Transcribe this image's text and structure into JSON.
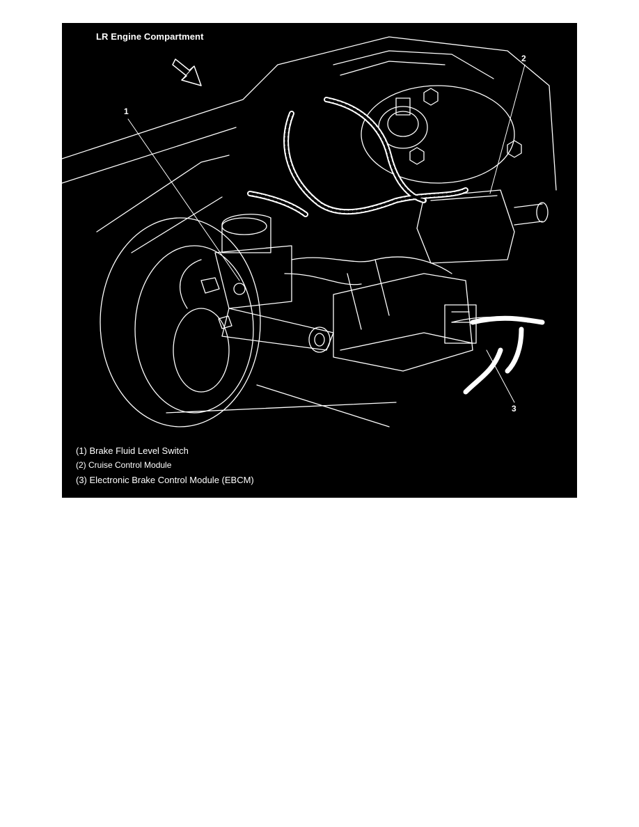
{
  "diagram": {
    "title": "LR Engine Compartment",
    "callouts": [
      "1",
      "2",
      "3"
    ],
    "legend": [
      "(1) Brake Fluid Level Switch",
      "(2) Cruise Control Module",
      "(3) Electronic Brake Control Module (EBCM)"
    ],
    "colors": {
      "background": "#000000",
      "line": "#ffffff",
      "page": "#ffffff"
    },
    "icons": [
      "direction-arrow-icon"
    ]
  }
}
